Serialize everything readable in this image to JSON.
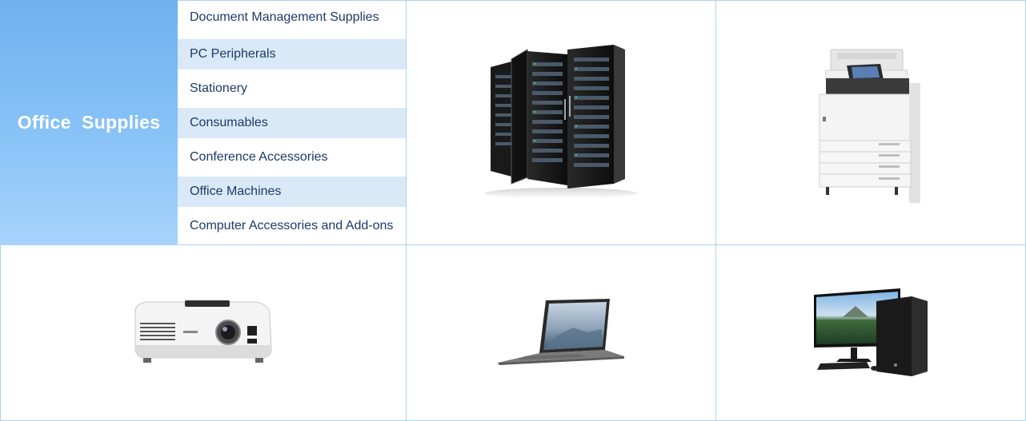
{
  "hero": {
    "title": "Office  Supplies"
  },
  "menu": {
    "items": [
      {
        "label": "Document Management Supplies"
      },
      {
        "label": "PC Peripherals"
      },
      {
        "label": "Stationery"
      },
      {
        "label": "Consumables"
      },
      {
        "label": "Conference Accessories"
      },
      {
        "label": "Office Machines"
      },
      {
        "label": "Computer Accessories and Add-ons"
      }
    ]
  },
  "products": [
    {
      "icon": "server-rack-icon"
    },
    {
      "icon": "copier-icon"
    },
    {
      "icon": "projector-icon"
    },
    {
      "icon": "laptop-icon"
    },
    {
      "icon": "desktop-pc-icon"
    }
  ],
  "colors": {
    "hero_gradient_top": "#6fb1f0",
    "hero_gradient_bottom": "#a6d3fb",
    "menu_alt_row": "#d9e9f7",
    "menu_text": "#1c3a6a",
    "grid_border": "#a9d3ee"
  }
}
